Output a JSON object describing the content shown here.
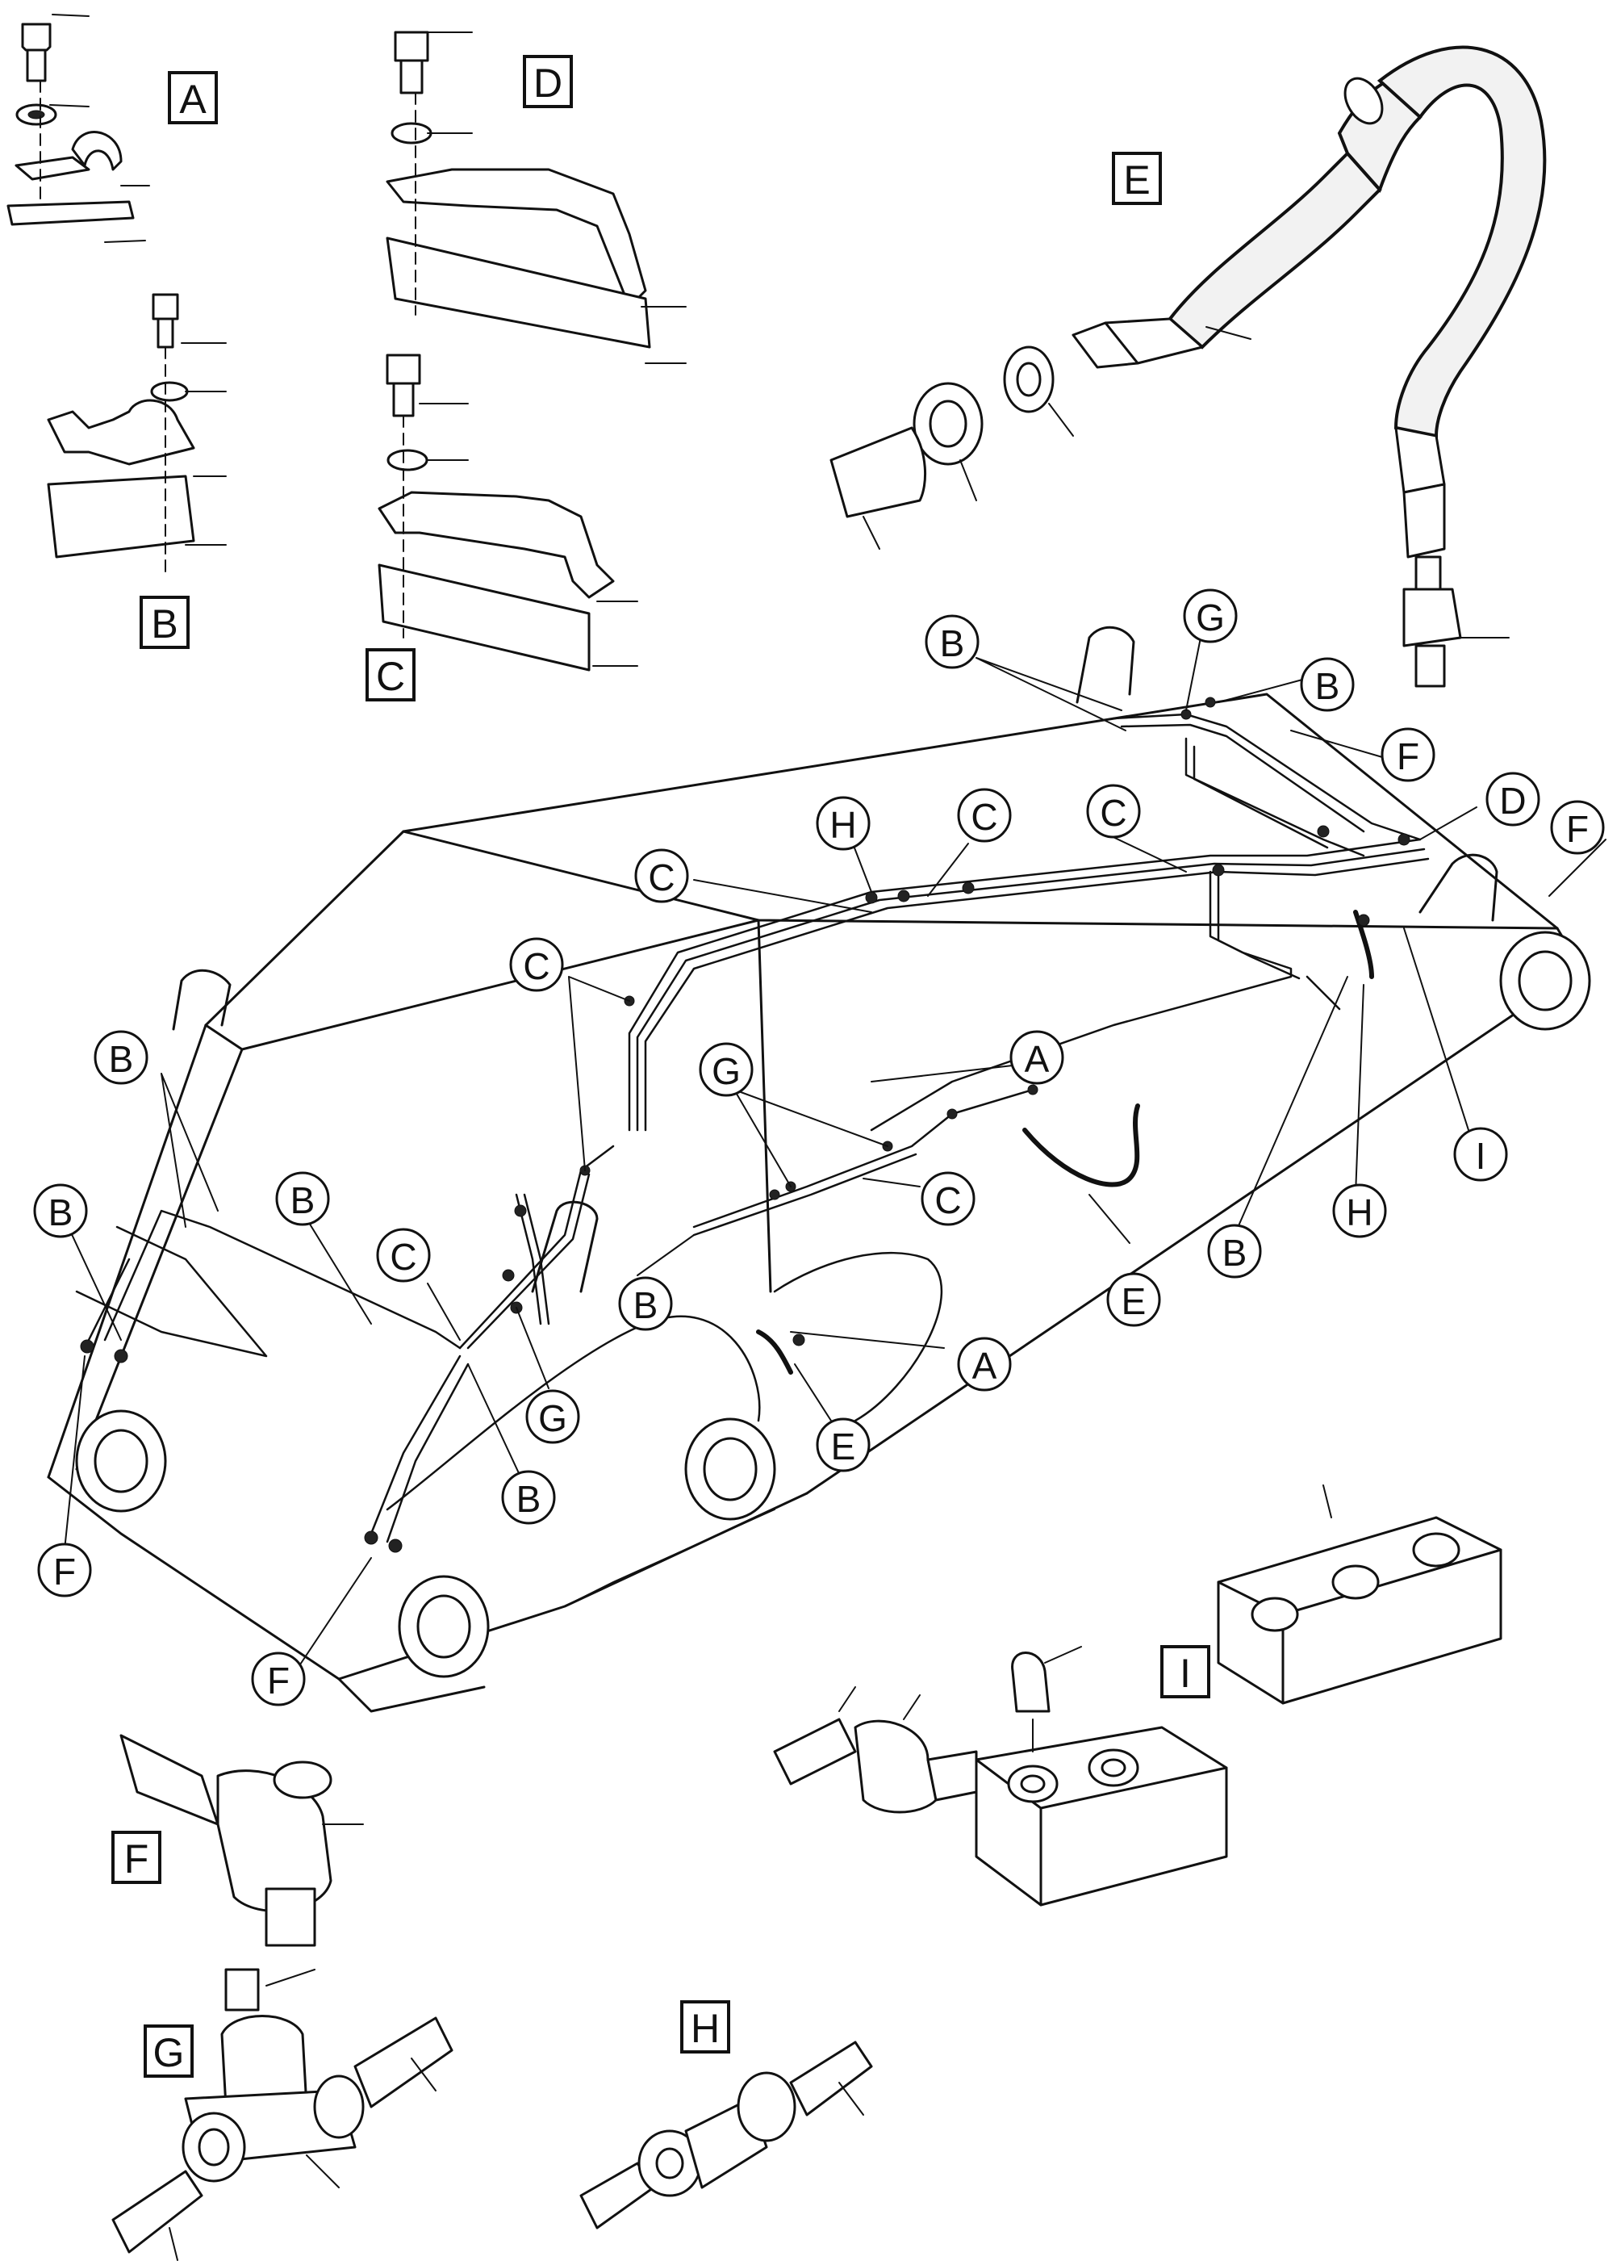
{
  "detail_boxes": [
    {
      "id": "box-a",
      "letter": "A"
    },
    {
      "id": "box-b",
      "letter": "B"
    },
    {
      "id": "box-c",
      "letter": "C"
    },
    {
      "id": "box-d",
      "letter": "D"
    },
    {
      "id": "box-e",
      "letter": "E"
    },
    {
      "id": "box-f",
      "letter": "F"
    },
    {
      "id": "box-g",
      "letter": "G"
    },
    {
      "id": "box-h",
      "letter": "H"
    },
    {
      "id": "box-i",
      "letter": "I"
    }
  ],
  "callouts": {
    "b_top_left": "B",
    "g_top": "G",
    "b_top_right": "B",
    "f_top": "F",
    "d_right": "D",
    "f_right": "F",
    "c_top_mid": "C",
    "h_top": "H",
    "c_top_b": "C",
    "c_top_left": "C",
    "c_mid_left": "C",
    "a_mid": "A",
    "g_mid": "G",
    "c_mid": "C",
    "i_right": "I",
    "h_right": "H",
    "b_right": "B",
    "e_mid": "E",
    "b_mid": "B",
    "a_lower": "A",
    "e_lower": "E",
    "b_left_1": "B",
    "b_left_2": "B",
    "b_left_3": "B",
    "c_left": "C",
    "g_left": "G",
    "b_left_4": "B",
    "f_left": "F",
    "f_bottom": "F"
  }
}
